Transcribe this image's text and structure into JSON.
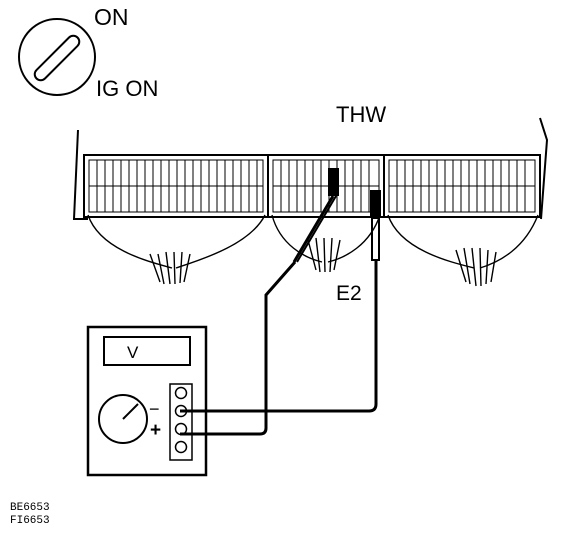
{
  "ignition": {
    "switch_label": "ON",
    "mode_label": "IG ON"
  },
  "ecu": {
    "terminal_thw": "THW",
    "terminal_e2": "E2"
  },
  "meter": {
    "display_label": "V",
    "negative_label": "−",
    "positive_label": "+"
  },
  "figure_codes": {
    "code1": "BE6653",
    "code2": "FI6653"
  }
}
